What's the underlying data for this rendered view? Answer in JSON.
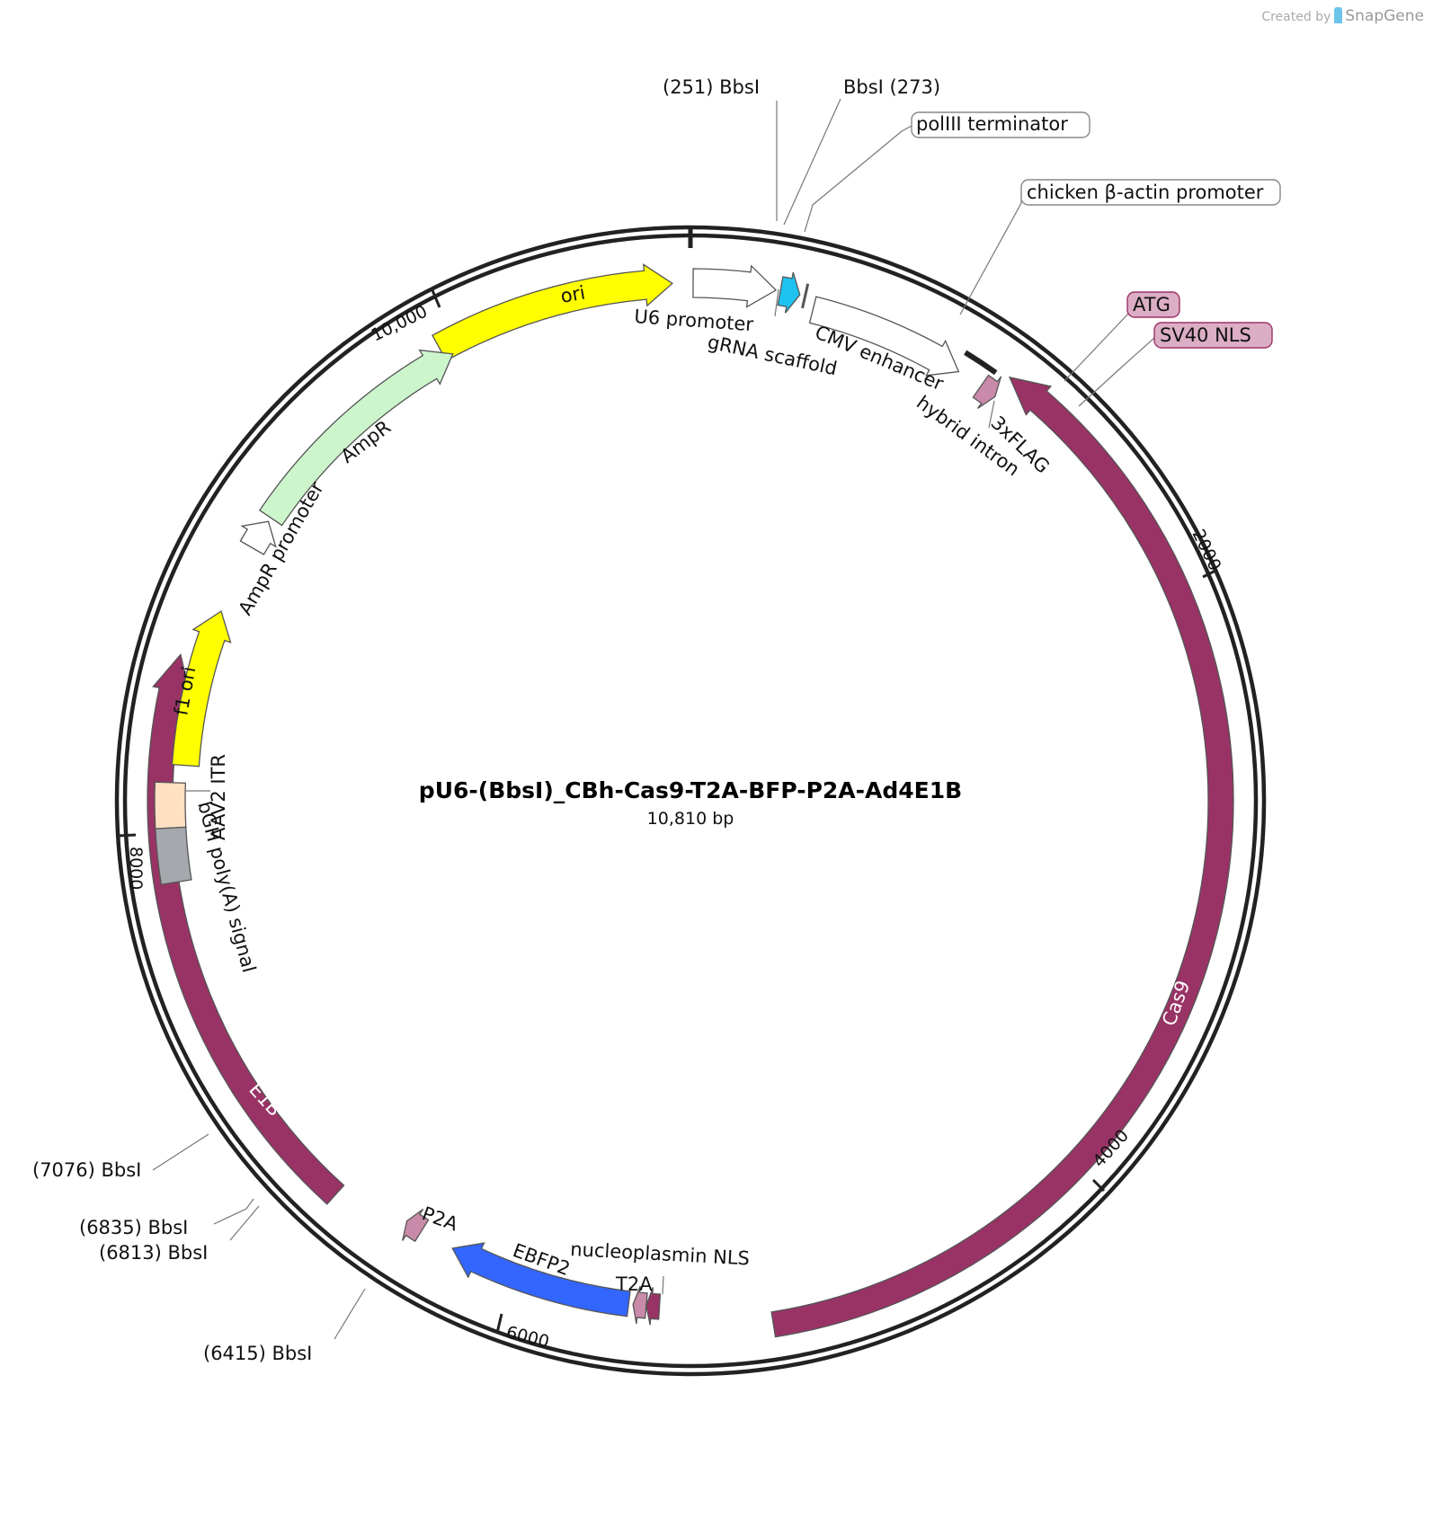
{
  "credit": {
    "created_by": "Created by",
    "brand": "SnapGene"
  },
  "plasmid": {
    "name": "pU6-(BbsI)_CBh-Cas9-T2A-BFP-P2A-Ad4E1B",
    "size": "10,810 bp"
  },
  "ticks": [
    "10,000",
    "2000",
    "4000",
    "6000",
    "8000"
  ],
  "sites": [
    "(251)  BbsI",
    "BbsI  (273)",
    "(7076)  BbsI",
    "(6835)  BbsI",
    "(6813)  BbsI",
    "(6415)  BbsI"
  ],
  "callouts": {
    "poliii": "polIII terminator",
    "cba": "chicken β-actin promoter",
    "atg": "ATG",
    "sv40": "SV40 NLS"
  },
  "features": {
    "ori": "ori",
    "f1ori": "f1 ori",
    "cas9": "Cas9",
    "e1b": "E1B",
    "u6": "U6 promoter",
    "grna": "gRNA scaffold",
    "cmv": "CMV enhancer",
    "hybrid": "hybrid intron",
    "flag": "3xFLAG",
    "ampr": "AmpR",
    "amprp": "AmpR promoter",
    "itr": "AAV2 ITR",
    "bgh": "bGH poly(A) signal",
    "ebfp2": "EBFP2",
    "nucnls": "nucleoplasmin NLS",
    "t2a": "T2A",
    "p2a": "P2A"
  },
  "colors": {
    "cas9": "#993366",
    "ori": "#ffff00",
    "ampr": "#ccf5cc",
    "ebfp2": "#3366ff",
    "grna": "#1ec2f0",
    "itr": "#ffe0c2",
    "bgh": "#a5a9ae",
    "nls": "#c88aa8",
    "backbone": "#222222"
  }
}
